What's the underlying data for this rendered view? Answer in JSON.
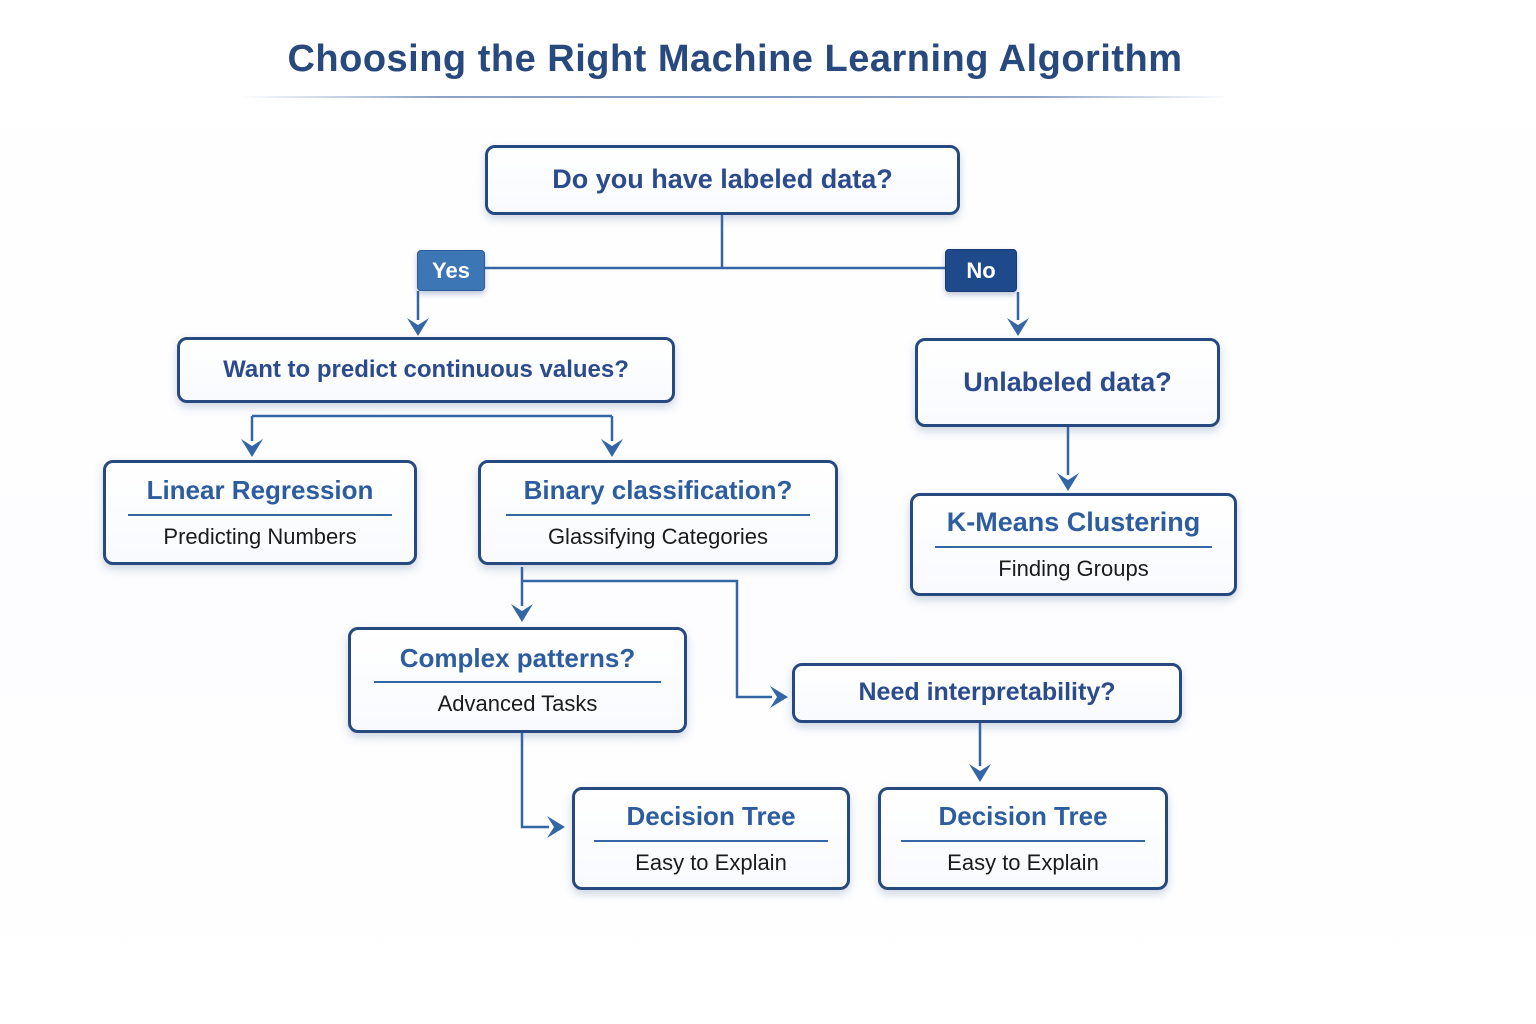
{
  "title": "Choosing the Right Machine Learning Algorithm",
  "labels": {
    "yes": "Yes",
    "no": "No"
  },
  "nodes": {
    "root": {
      "question": "Do you have labeled data?"
    },
    "continuous": {
      "question": "Want to predict continuous values?"
    },
    "unlabeled": {
      "question": "Unlabeled data?"
    },
    "linear_regression": {
      "title": "Linear Regression",
      "subtitle": "Predicting Numbers"
    },
    "binary_classification": {
      "title": "Binary classification?",
      "subtitle": "Glassifying Categories"
    },
    "kmeans": {
      "title": "K-Means Clustering",
      "subtitle": "Finding Groups"
    },
    "complex_patterns": {
      "title": "Complex patterns?",
      "subtitle": "Advanced Tasks"
    },
    "interpretability": {
      "question": "Need interpretability?"
    },
    "decision_tree_left": {
      "title": "Decision Tree",
      "subtitle": "Easy to Explain"
    },
    "decision_tree_right": {
      "title": "Decision Tree",
      "subtitle": "Easy to Explain"
    }
  },
  "colors": {
    "title_navy": "#27497e",
    "border_navy": "#26497f",
    "heading_blue": "#2d5d9e",
    "question_navy": "#2b4b8d",
    "subtitle_dark": "#1b1b1b",
    "yes_fill": "#3d76b5",
    "no_fill": "#1e4a8c",
    "connector": "#3466a5"
  }
}
